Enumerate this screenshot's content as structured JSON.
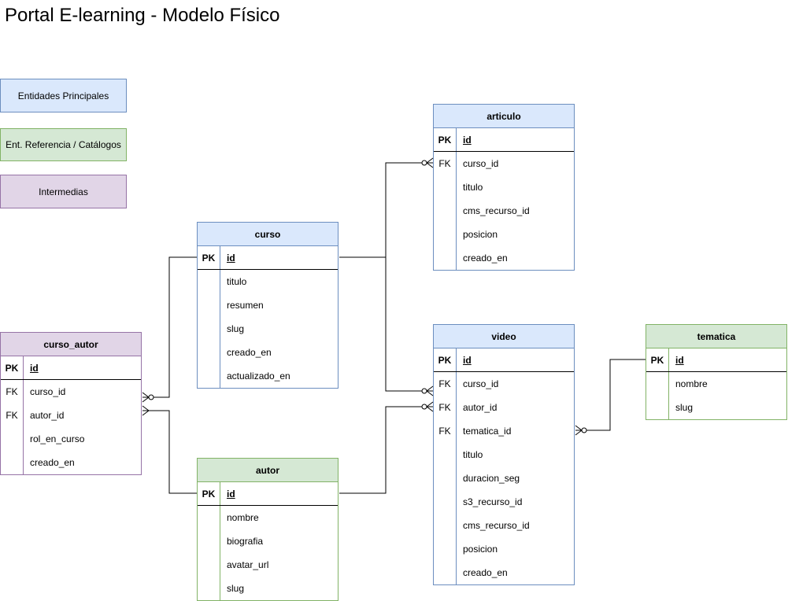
{
  "title": "Portal E-learning - Modelo Físico",
  "legend": [
    {
      "label": "Entidades Principales",
      "fill": "#dae8fc",
      "stroke": "#6c8ebf"
    },
    {
      "label": "Ent. Referencia / Catálogos",
      "fill": "#d5e8d4",
      "stroke": "#82b366"
    },
    {
      "label": "Intermedias",
      "fill": "#e1d5e7",
      "stroke": "#9673a6"
    }
  ],
  "colors": {
    "principal": {
      "fill": "#dae8fc",
      "stroke": "#6c8ebf"
    },
    "referencia": {
      "fill": "#d5e8d4",
      "stroke": "#82b366"
    },
    "intermedia": {
      "fill": "#e1d5e7",
      "stroke": "#9673a6"
    }
  },
  "entities": {
    "articulo": {
      "name": "articulo",
      "category": "principal",
      "rows": [
        {
          "key": "PK",
          "field": "id"
        },
        {
          "key": "FK",
          "field": "curso_id"
        },
        {
          "key": "",
          "field": "titulo"
        },
        {
          "key": "",
          "field": "cms_recurso_id"
        },
        {
          "key": "",
          "field": "posicion"
        },
        {
          "key": "",
          "field": "creado_en"
        }
      ]
    },
    "curso": {
      "name": "curso",
      "category": "principal",
      "rows": [
        {
          "key": "PK",
          "field": "id"
        },
        {
          "key": "",
          "field": "titulo"
        },
        {
          "key": "",
          "field": "resumen"
        },
        {
          "key": "",
          "field": "slug"
        },
        {
          "key": "",
          "field": "creado_en"
        },
        {
          "key": "",
          "field": "actualizado_en"
        }
      ]
    },
    "curso_autor": {
      "name": "curso_autor",
      "category": "intermedia",
      "rows": [
        {
          "key": "PK",
          "field": "id"
        },
        {
          "key": "FK",
          "field": "curso_id"
        },
        {
          "key": "FK",
          "field": "autor_id"
        },
        {
          "key": "",
          "field": "rol_en_curso"
        },
        {
          "key": "",
          "field": "creado_en"
        }
      ]
    },
    "video": {
      "name": "video",
      "category": "principal",
      "rows": [
        {
          "key": "PK",
          "field": "id"
        },
        {
          "key": "FK",
          "field": "curso_id"
        },
        {
          "key": "FK",
          "field": "autor_id"
        },
        {
          "key": "FK",
          "field": "tematica_id"
        },
        {
          "key": "",
          "field": "titulo"
        },
        {
          "key": "",
          "field": "duracion_seg"
        },
        {
          "key": "",
          "field": "s3_recurso_id"
        },
        {
          "key": "",
          "field": "cms_recurso_id"
        },
        {
          "key": "",
          "field": "posicion"
        },
        {
          "key": "",
          "field": "creado_en"
        }
      ]
    },
    "tematica": {
      "name": "tematica",
      "category": "referencia",
      "rows": [
        {
          "key": "PK",
          "field": "id"
        },
        {
          "key": "",
          "field": "nombre"
        },
        {
          "key": "",
          "field": "slug"
        }
      ]
    },
    "autor": {
      "name": "autor",
      "category": "referencia",
      "rows": [
        {
          "key": "PK",
          "field": "id"
        },
        {
          "key": "",
          "field": "nombre"
        },
        {
          "key": "",
          "field": "biografia"
        },
        {
          "key": "",
          "field": "avatar_url"
        },
        {
          "key": "",
          "field": "slug"
        }
      ]
    }
  },
  "relationships": [
    {
      "from": "curso.id",
      "to": "articulo.curso_id"
    },
    {
      "from": "curso.id",
      "to": "video.curso_id"
    },
    {
      "from": "curso.id",
      "to": "curso_autor.curso_id"
    },
    {
      "from": "autor.id",
      "to": "curso_autor.autor_id"
    },
    {
      "from": "autor.id",
      "to": "video.autor_id"
    },
    {
      "from": "tematica.id",
      "to": "video.tematica_id"
    }
  ]
}
